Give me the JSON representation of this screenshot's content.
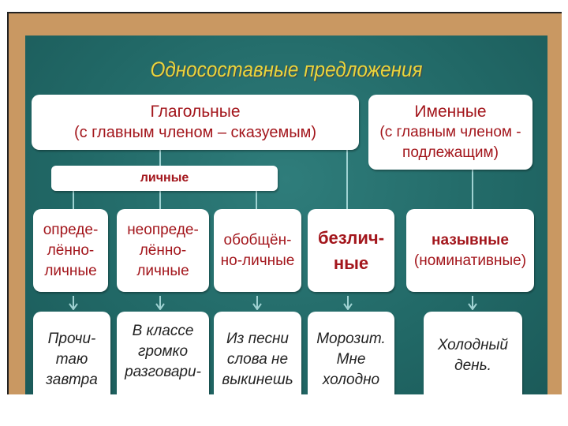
{
  "title": "Односоставные предложения",
  "verbal": {
    "heading": "Глагольные",
    "sub": "(с главным членом – сказуемым)"
  },
  "nominal": {
    "heading": "Именные",
    "sub1": "(с главным членом -",
    "sub2": "подлежащим)"
  },
  "personal": "личные",
  "types": [
    {
      "lines": [
        "опреде-",
        "лённо-",
        "личные"
      ]
    },
    {
      "lines": [
        "неопреде-",
        "лённо-",
        "личные"
      ]
    },
    {
      "lines": [
        "обобщён-",
        "но-личные"
      ]
    },
    {
      "lines": [
        "безлич-",
        "ные"
      ]
    },
    {
      "lines": [
        "назывные",
        "(номинативные)"
      ]
    }
  ],
  "examples": [
    {
      "lines": [
        "Прочи-",
        "таю",
        "завтра"
      ]
    },
    {
      "lines": [
        "В классе",
        "громко",
        "разговари-"
      ]
    },
    {
      "lines": [
        "Из песни",
        "слова не",
        "выкинешь"
      ]
    },
    {
      "lines": [
        "Морозит.",
        "Мне",
        "холодно"
      ]
    },
    {
      "lines": [
        "Холодный",
        "день."
      ]
    }
  ],
  "colors": {
    "board": "#216866",
    "frame": "#c99862",
    "title": "#e9d53c",
    "accent": "#a3161c",
    "connector": "#9fd2d2"
  }
}
